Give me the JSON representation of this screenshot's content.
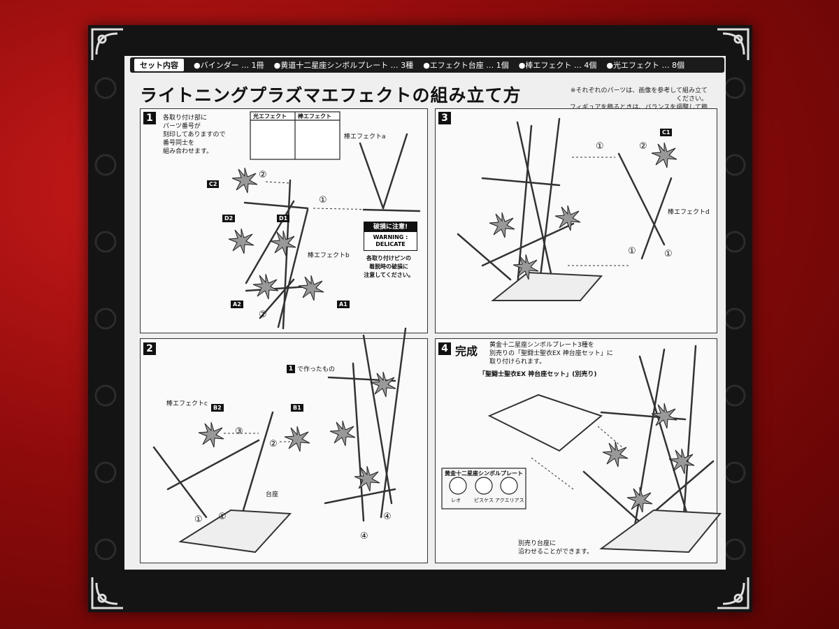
{
  "set_contents": {
    "label": "セット内容",
    "items": [
      "●バインダー … 1冊",
      "●黄道十二星座シンボルプレート … 3種",
      "●エフェクト台座 … 1個",
      "●棒エフェクト … 4個",
      "●光エフェクト … 8個"
    ]
  },
  "title": "ライトニングプラズマエフェクトの組み立て方",
  "note_lines": [
    "※それぞれのパーツは、画像を参考して組み立てください。",
    "フィギュアを飾るときは、バランスを調整して飾ってください。"
  ],
  "step1": {
    "num": "1",
    "instruction": [
      "各取り付け部に",
      "パーツ番号が",
      "刻印してありますので",
      "番号同士を",
      "組み合わせます。"
    ],
    "legend_light": "光エフェクト",
    "legend_rod": "棒エフェクト",
    "rod_a": "棒エフェクトa",
    "rod_b": "棒エフェクトb",
    "labels": [
      "C2",
      "D2",
      "D1",
      "A2",
      "A1"
    ],
    "warning_head": "破損に注意!",
    "warning_body": [
      "WARNING :",
      "DELICATE"
    ],
    "warning_text": [
      "各取り付けピンの",
      "着脱時の破損に",
      "注意してください。"
    ],
    "circled": [
      "①",
      "②"
    ]
  },
  "step2": {
    "num": "2",
    "rod_c": "棒エフェクトc",
    "made_in_1": "で作ったもの",
    "made_in_1_num": "1",
    "labels": [
      "B2",
      "B1"
    ],
    "base": "台座",
    "circled": [
      "①",
      "②",
      "③",
      "④"
    ]
  },
  "step3": {
    "num": "3",
    "rod_d": "棒エフェクトd",
    "labels": [
      "C1"
    ],
    "circled": [
      "①",
      "②"
    ]
  },
  "step4": {
    "num": "4",
    "title": "完成",
    "text": [
      "黄金十二星座シンボルプレート3種を",
      "別売りの「聖闘士聖衣EX 神台座セット」に",
      "取り付けられます。"
    ],
    "stand_label": "「聖闘士聖衣EX 神台座セット」(別売り)",
    "plate_title": "黄金十二星座シンボルプレート",
    "plates": [
      "レオ",
      "ピスケス",
      "アクエリアス"
    ],
    "bottom_text": [
      "別売り台座に",
      "沿わせることができます。"
    ]
  },
  "colors": {
    "background_red": "#b01212",
    "box_black": "#141414",
    "sheet": "#efefef"
  }
}
